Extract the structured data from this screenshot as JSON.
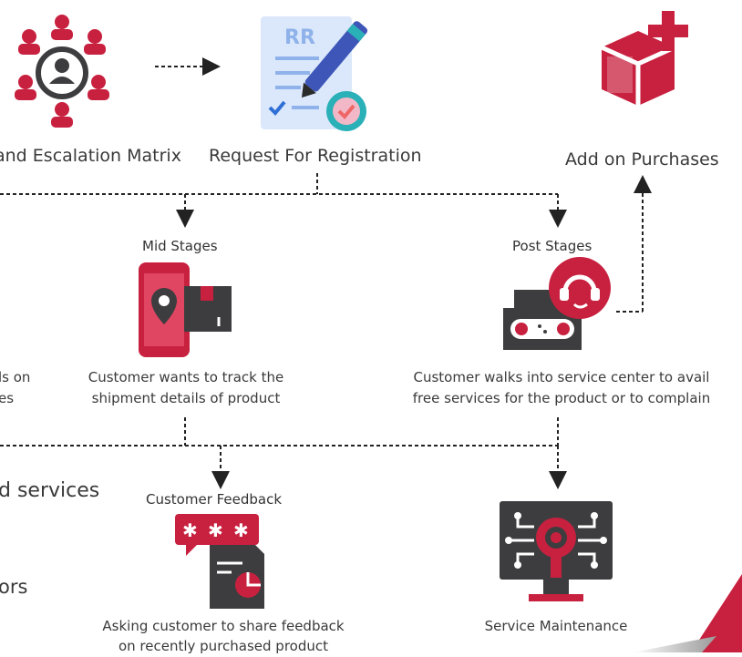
{
  "nodes": {
    "escalation": {
      "label": "and Escalation Matrix",
      "icon": "team-network-icon"
    },
    "registration": {
      "label": "Request For Registration",
      "icon": "registration-form-icon"
    },
    "add_on": {
      "label": "Add on Purchases",
      "icon": "box-plus-icon"
    },
    "mid_stages": {
      "title": "Mid Stages",
      "caption_line1": "Customer wants to track the",
      "caption_line2": "shipment details of product",
      "icon": "phone-tracking-icon"
    },
    "post_stages": {
      "title": "Post Stages",
      "caption_line1": "Customer walks into service center to avail",
      "caption_line2": "free services for the product or to complain",
      "icon": "service-center-icon"
    },
    "left_partial": {
      "line1": "ls on",
      "line2": "es"
    },
    "feedback": {
      "title": "Customer Feedback",
      "caption_line1": "Asking customer to share feedback",
      "caption_line2": "on recently purchased product",
      "icon": "feedback-icon"
    },
    "maintenance": {
      "label": "Service Maintenance",
      "icon": "maintenance-monitor-icon"
    },
    "left_services": {
      "label": "d services"
    },
    "left_ors": {
      "label": "ors"
    }
  },
  "colors": {
    "accent": "#c8203f",
    "dark": "#3d3d3f",
    "blue_light": "#dbe8fb",
    "blue": "#2f6fd6",
    "line": "#222222"
  }
}
